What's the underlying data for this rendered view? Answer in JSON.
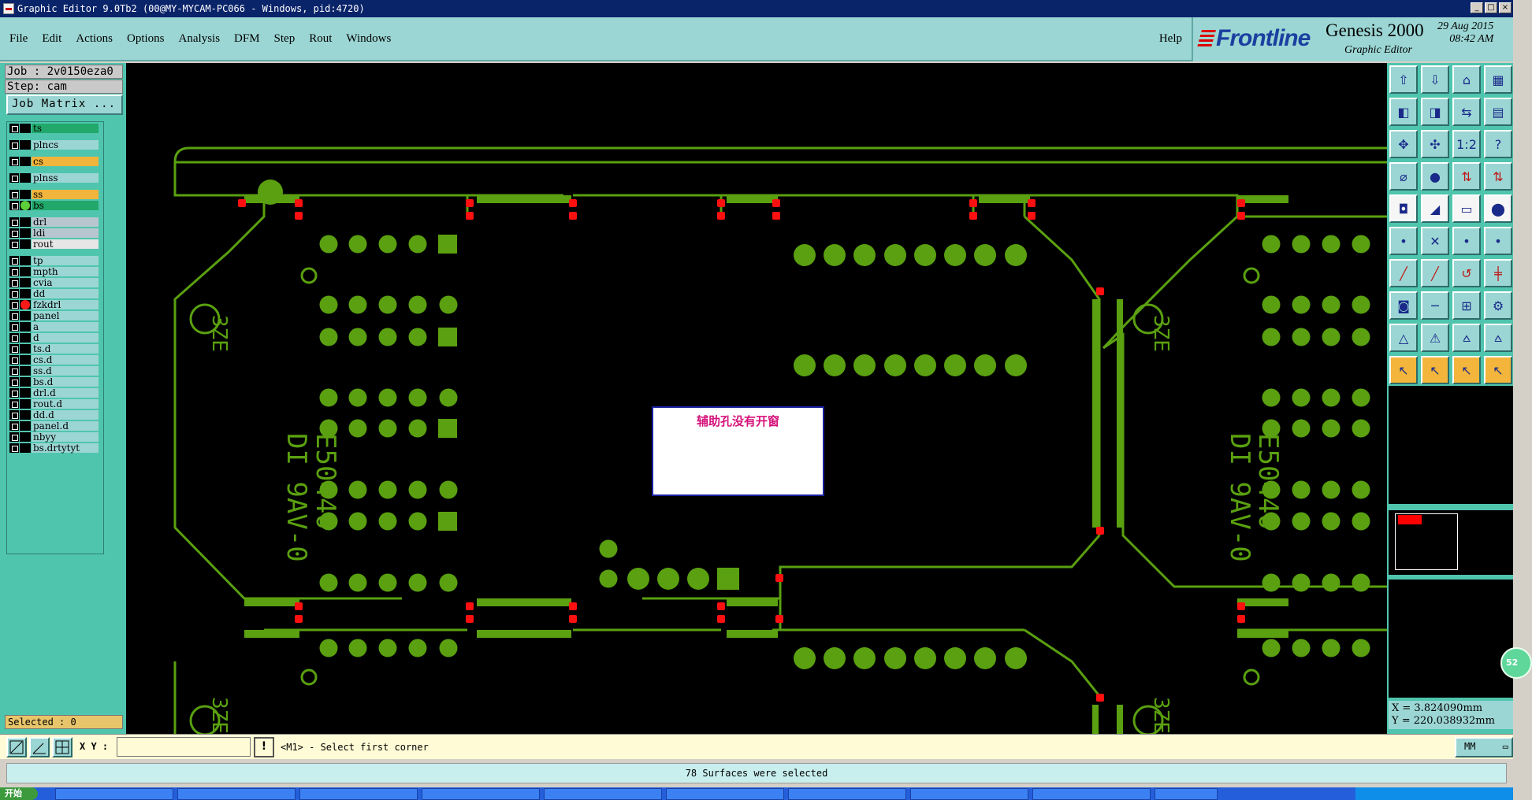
{
  "window": {
    "title": "Graphic Editor 9.0Tb2 (00@MY-MYCAM-PC066 - Windows, pid:4720)"
  },
  "menu": {
    "items": [
      {
        "label": "File"
      },
      {
        "label": "Edit"
      },
      {
        "label": "Actions"
      },
      {
        "label": "Options"
      },
      {
        "label": "Analysis"
      },
      {
        "label": "DFM"
      },
      {
        "label": "Step"
      },
      {
        "label": "Rout"
      },
      {
        "label": "Windows"
      }
    ],
    "help": "Help"
  },
  "brand": {
    "company": "Frontline",
    "product": "Genesis 2000",
    "subtitle": "Graphic Editor",
    "date": "29 Aug 2015",
    "time": "08:42 AM"
  },
  "job": {
    "job": "Job : 2v0150eza0",
    "step": "Step: cam",
    "matrix_button": "Job Matrix ..."
  },
  "layers": [
    {
      "name": "ts",
      "bg": "#21a86a",
      "flag": "✎"
    },
    {
      "name": "plncs",
      "bg": "#9bd6d4"
    },
    {
      "name": "cs",
      "bg": "#f1b43c",
      "flag": "✎"
    },
    {
      "name": "plnss",
      "bg": "#9bd6d4"
    },
    {
      "name": "ss",
      "bg": "#f1b43c",
      "flag": "✎"
    },
    {
      "name": "bs",
      "bg": "#21a86a",
      "dot": "#5ccf3a"
    },
    {
      "name": "drl",
      "bg": "#b8c7cf"
    },
    {
      "name": "ldi",
      "bg": "#b8c7cf"
    },
    {
      "name": "rout",
      "bg": "#e6e6e6"
    },
    {
      "name": "tp",
      "bg": "#9bd6d4"
    },
    {
      "name": "mpth",
      "bg": "#9bd6d4"
    },
    {
      "name": "cvia",
      "bg": "#9bd6d4"
    },
    {
      "name": "dd",
      "bg": "#9bd6d4"
    },
    {
      "name": "fzkdrl",
      "bg": "#9bd6d4",
      "dot": "#ff1a1a",
      "flag": "▪"
    },
    {
      "name": "panel",
      "bg": "#9bd6d4"
    },
    {
      "name": "a",
      "bg": "#9bd6d4"
    },
    {
      "name": "d",
      "bg": "#9bd6d4"
    },
    {
      "name": "ts.d",
      "bg": "#9bd6d4",
      "flag": "✎"
    },
    {
      "name": "cs.d",
      "bg": "#9bd6d4",
      "flag": "✎"
    },
    {
      "name": "ss.d",
      "bg": "#9bd6d4",
      "flag": "✎"
    },
    {
      "name": "bs.d",
      "bg": "#9bd6d4"
    },
    {
      "name": "drl.d",
      "bg": "#9bd6d4"
    },
    {
      "name": "rout.d",
      "bg": "#9bd6d4"
    },
    {
      "name": "dd.d",
      "bg": "#9bd6d4"
    },
    {
      "name": "panel.d",
      "bg": "#9bd6d4"
    },
    {
      "name": "nbyy",
      "bg": "#9bd6d4"
    },
    {
      "name": "bs.drtytyt",
      "bg": "#9bd6d4"
    }
  ],
  "selected": "Selected : 0",
  "canvas": {
    "annotation": "辅助孔没有开窗",
    "board_text_1": "DI 9AV-0",
    "board_text_2": "E50440",
    "board_text_3": "3ZE",
    "colors": {
      "copper": "#5aa010",
      "fiducial": "#ff1010",
      "background": "#000000"
    }
  },
  "coords": {
    "x": "X = 3.824090mm",
    "y": "Y = 220.038932mm"
  },
  "command": {
    "xy_label": "X Y :",
    "xy_value": "",
    "excl": "!",
    "prompt": "<M1> - Select first corner",
    "units": "MM"
  },
  "status": "78 Surfaces were selected",
  "badge": "52",
  "taskbar": {
    "start": "开始"
  }
}
